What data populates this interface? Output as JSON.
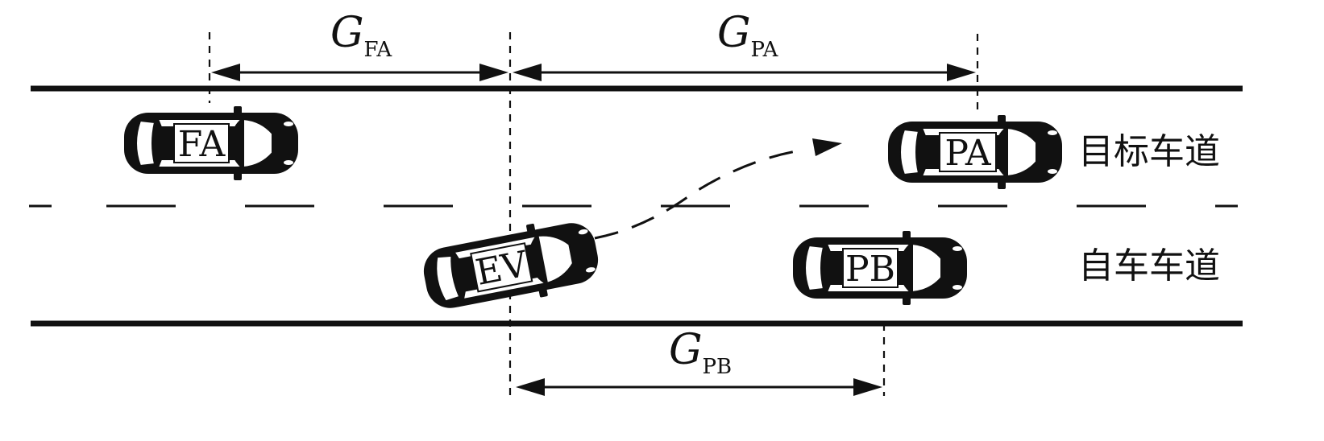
{
  "gaps": {
    "fa": {
      "letter": "G",
      "sub": "FA"
    },
    "pa": {
      "letter": "G",
      "sub": "PA"
    },
    "pb": {
      "letter": "G",
      "sub": "PB"
    }
  },
  "lanes": {
    "target": "目标车道",
    "ego": "自车车道"
  },
  "vehicles": {
    "fa": "FA",
    "pa": "PA",
    "ev": "EV",
    "pb": "PB"
  }
}
